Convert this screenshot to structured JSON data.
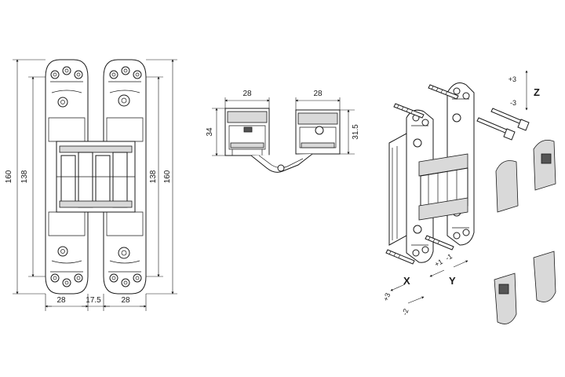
{
  "front_view": {
    "dim_overall_height_left": "160",
    "dim_inner_height_left": "138",
    "dim_inner_height_right": "138",
    "dim_overall_height_right": "160",
    "dim_leaf_width_left": "28",
    "dim_center_gap": "17.5",
    "dim_leaf_width_right": "28"
  },
  "top_view": {
    "dim_left_width": "28",
    "dim_right_width": "28",
    "dim_left_depth": "34",
    "dim_right_depth": "31.5"
  },
  "adjustment": {
    "z_axis_label": "Z",
    "z_plus": "+3",
    "z_minus": "-3",
    "x_axis_label": "X",
    "x_plus": "+3",
    "x_minus": "-2",
    "y_axis_label": "Y",
    "y_plus": "+1",
    "y_minus": "-1"
  }
}
